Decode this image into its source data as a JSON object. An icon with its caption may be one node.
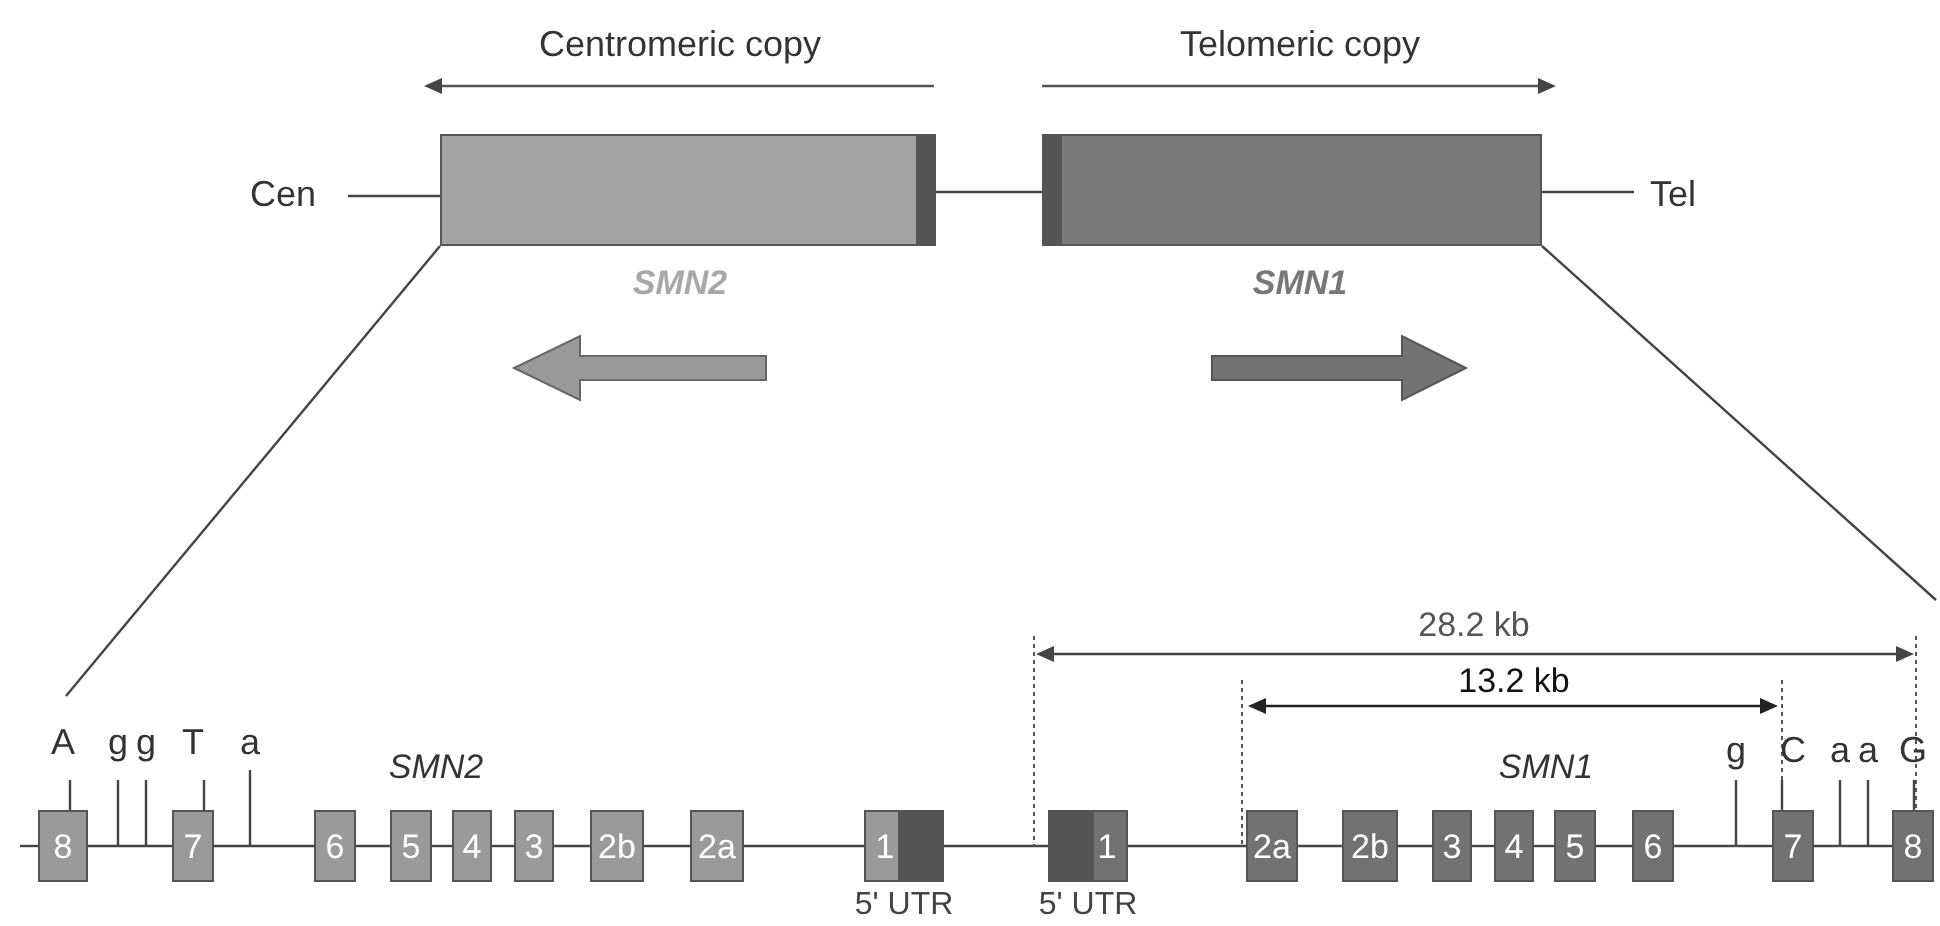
{
  "diagram": {
    "nodes": [
      {
        "text": [
          "Cen"
        ]
      },
      {
        "text": [
          "SMN2"
        ]
      },
      {
        "text": [
          "SMN1"
        ]
      },
      {
        "text": [
          "Tel"
        ]
      },
      {
        "text": [
          "8"
        ],
        "beside": [
          "A"
        ]
      },
      {
        "text": [
          "7"
        ],
        "beside": [
          "T"
        ]
      },
      {
        "text": [
          "6"
        ]
      },
      {
        "text": [
          "5"
        ]
      },
      {
        "text": [
          "4"
        ]
      },
      {
        "text": [
          "3"
        ]
      },
      {
        "text": [
          "2b"
        ]
      },
      {
        "text": [
          "2a"
        ]
      },
      {
        "text": [
          "1"
        ],
        "beside": [
          "5' UTR"
        ]
      },
      {
        "text": [
          "1"
        ],
        "beside": [
          "5' UTR"
        ]
      },
      {
        "text": [
          "2a"
        ]
      },
      {
        "text": [
          "2b"
        ]
      },
      {
        "text": [
          "3"
        ]
      },
      {
        "text": [
          "4"
        ]
      },
      {
        "text": [
          "5"
        ]
      },
      {
        "text": [
          "6"
        ]
      },
      {
        "text": [
          "7"
        ],
        "beside": [
          "C"
        ]
      },
      {
        "text": [
          "8"
        ],
        "beside": [
          "G"
        ]
      }
    ],
    "edges": [
      {
        "from": 0,
        "to": 1,
        "arrow": "none"
      },
      {
        "from": 1,
        "to": 2,
        "arrow": "none"
      },
      {
        "from": 2,
        "to": 3,
        "arrow": "none"
      },
      {
        "from": 1,
        "to": null,
        "arrow": "none"
      },
      {
        "from": 2,
        "to": null,
        "arrow": "none"
      },
      {
        "from": 4,
        "to": 5,
        "arrow": "none"
      },
      {
        "from": 5,
        "to": 6,
        "arrow": "none"
      },
      {
        "from": 6,
        "to": 7,
        "arrow": "none"
      },
      {
        "from": 7,
        "to": 8,
        "arrow": "none"
      },
      {
        "from": 8,
        "to": 9,
        "arrow": "none"
      },
      {
        "from": 9,
        "to": 10,
        "arrow": "none"
      },
      {
        "from": 10,
        "to": 11,
        "arrow": "none"
      },
      {
        "from": 11,
        "to": 12,
        "arrow": "none"
      },
      {
        "from": 12,
        "to": 13,
        "arrow": "none"
      },
      {
        "from": 13,
        "to": 14,
        "arrow": "none"
      },
      {
        "from": 14,
        "to": 15,
        "arrow": "none"
      },
      {
        "from": 15,
        "to": 16,
        "arrow": "none"
      },
      {
        "from": 16,
        "to": 17,
        "arrow": "none"
      },
      {
        "from": 17,
        "to": 18,
        "arrow": "none"
      },
      {
        "from": 18,
        "to": 19,
        "arrow": "none"
      },
      {
        "from": 19,
        "to": 20,
        "arrow": "none"
      },
      {
        "from": 20,
        "to": 21,
        "arrow": "none"
      }
    ],
    "labels": [
      "Centromeric copy",
      "Telomeric copy",
      "28.2 kb",
      "13.2 kb",
      "g",
      "g",
      "a",
      "g",
      "a",
      "a",
      "SMN2",
      "SMN1"
    ]
  }
}
